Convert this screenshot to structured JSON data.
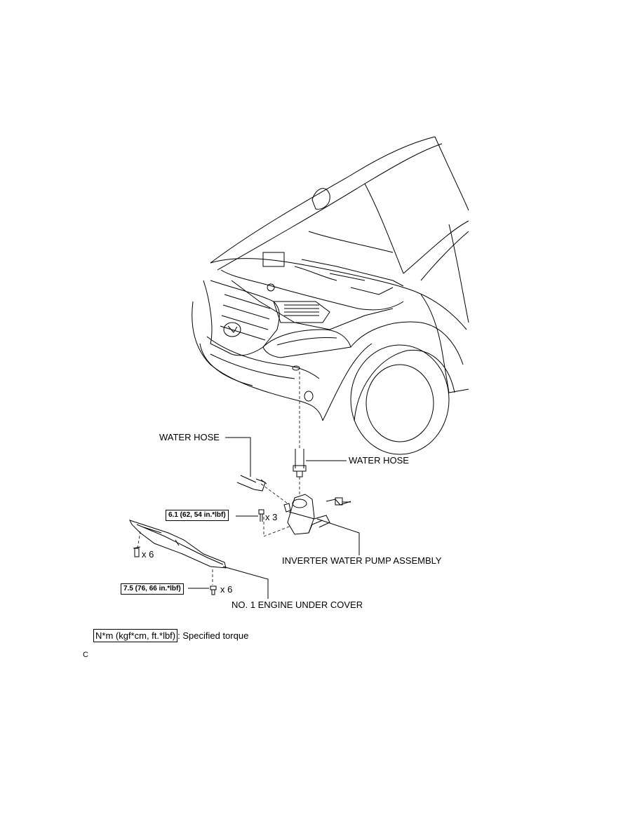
{
  "labels": {
    "water_hose_left": "WATER HOSE",
    "water_hose_right": "WATER HOSE",
    "inverter_pump": "INVERTER WATER PUMP ASSEMBLY",
    "under_cover": "NO. 1 ENGINE UNDER COVER"
  },
  "torques": {
    "pump_bolts": "6.1 (62, 54 in.*lbf)",
    "cover_bolts": "7.5 (76, 66 in.*lbf)"
  },
  "quantities": {
    "pump_bolts": "x 3",
    "cover_clips": "x 6",
    "cover_bolts": "x 6"
  },
  "legend": {
    "unit_box": "N*m (kgf*cm, ft.*lbf)",
    "description": ": Specified torque"
  },
  "figure_code": "C"
}
